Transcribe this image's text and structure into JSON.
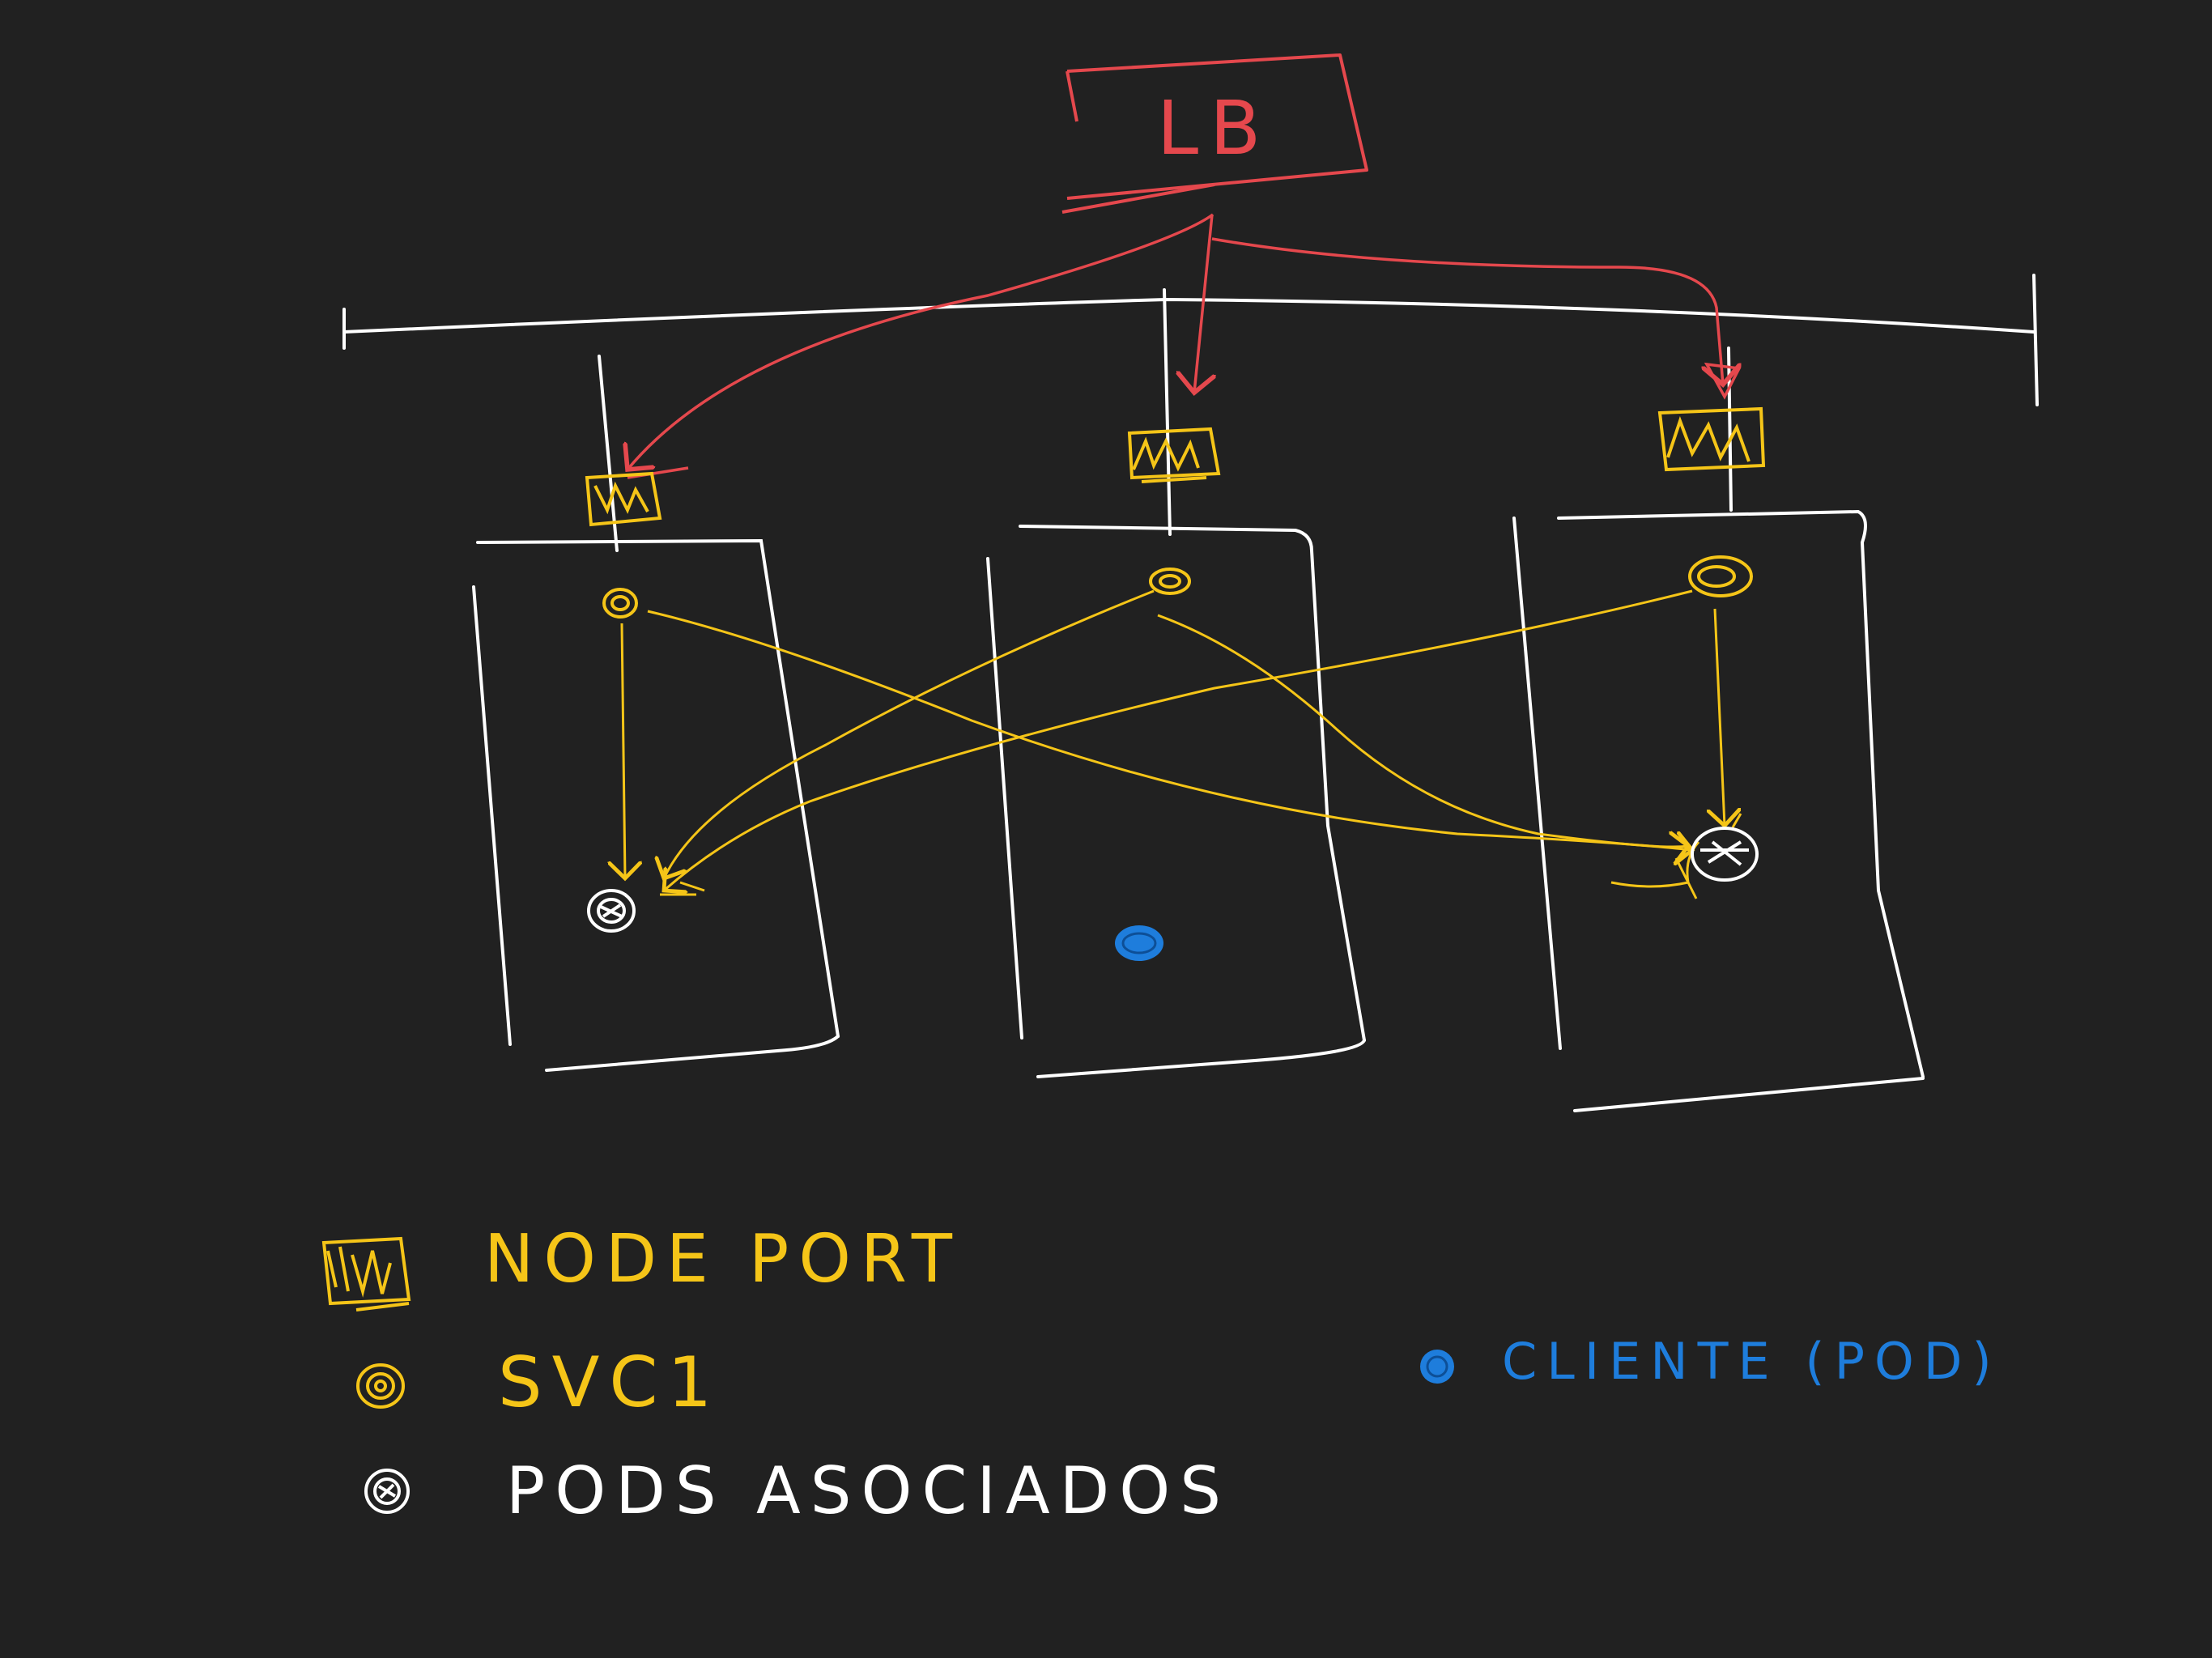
{
  "colors": {
    "background": "#212121",
    "node": "#ffffff",
    "load_balancer": "#e5484d",
    "svc": "#f5c518",
    "client": "#1e7ddc"
  },
  "load_balancer": {
    "label": "LB"
  },
  "legend": {
    "nodeport": {
      "label": "NODE PORT",
      "icon": "nodeport-icon"
    },
    "svc": {
      "label": "SVC1",
      "icon": "svc-icon"
    },
    "pods": {
      "label": "PODS ASOCIADOS",
      "icon": "pod-icon"
    },
    "client": {
      "label": "CLIENTE (POD)",
      "icon": "client-icon"
    }
  }
}
